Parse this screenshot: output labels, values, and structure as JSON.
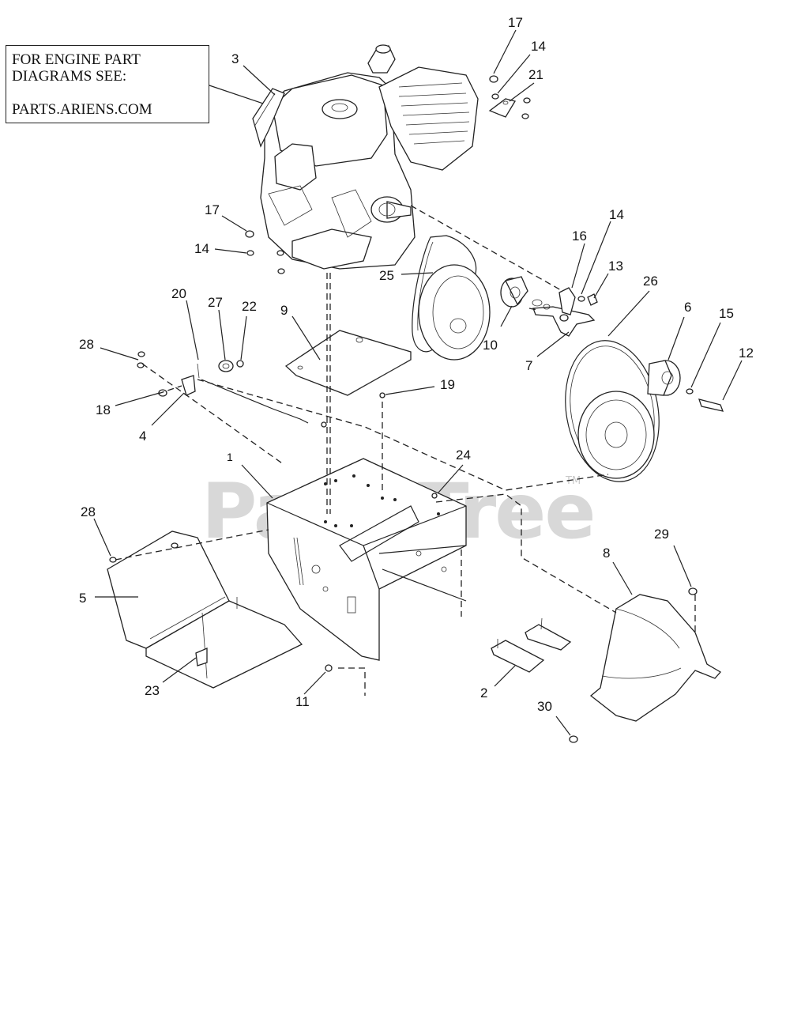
{
  "note": {
    "line1": "FOR ENGINE PART",
    "line2": "DIAGRAMS SEE:",
    "line3": "PARTS.ARIENS.COM"
  },
  "watermark": {
    "text": "PartsTree",
    "tm": "TM"
  },
  "labels": {
    "l17a": "17",
    "l14a": "14",
    "l21": "21",
    "l3": "3",
    "l17b": "17",
    "l14b": "14",
    "l16": "16",
    "l14c": "14",
    "l13": "13",
    "l25": "25",
    "l26": "26",
    "l6": "6",
    "l15": "15",
    "l12": "12",
    "l20": "20",
    "l27": "27",
    "l22": "22",
    "l9": "9",
    "l28a": "28",
    "l10": "10",
    "l7": "7",
    "l19": "19",
    "l18": "18",
    "l4": "4",
    "l1": "1",
    "l24": "24",
    "l28b": "28",
    "l29": "29",
    "l8": "8",
    "l5": "5",
    "l23": "23",
    "l11": "11",
    "l2": "2",
    "l30": "30"
  }
}
